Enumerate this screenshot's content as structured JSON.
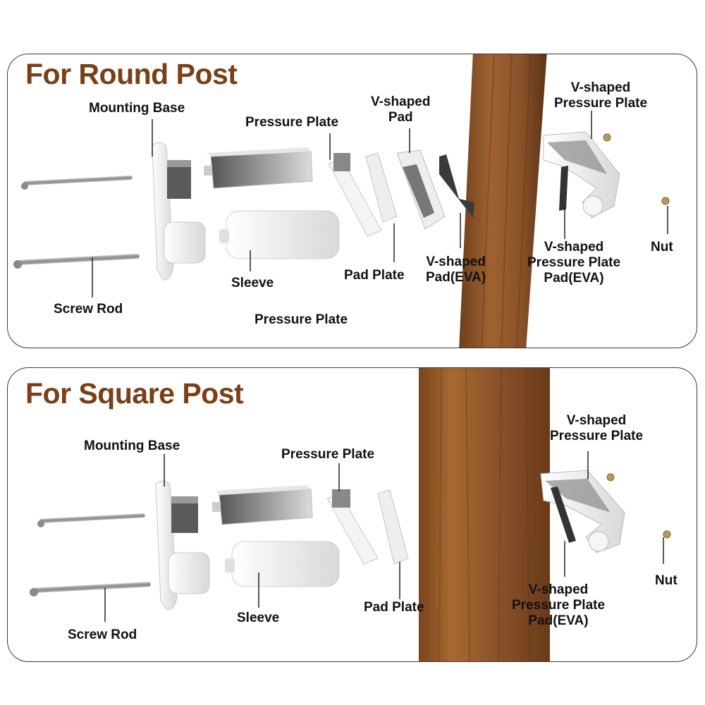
{
  "colors": {
    "title": "#7a3f17",
    "wood": "#8a5229",
    "plastic": "#f0f0f0",
    "eva": "#3a3a3a",
    "metal": "#9a9a9a"
  },
  "round": {
    "title": "For Round Post",
    "labels": {
      "mounting_base": "Mounting Base",
      "pressure_plate_top": "Pressure Plate",
      "v_pad": "V-shaped\nPad",
      "v_pressure_plate": "V-shaped\nPressure Plate",
      "screw_rod": "Screw Rod",
      "sleeve": "Sleeve",
      "pressure_plate_bottom": "Pressure Plate",
      "pad_plate": "Pad Plate",
      "v_pad_eva": "V-shaped\nPad(EVA)",
      "v_pp_pad_eva": "V-shaped\nPressure Plate\nPad(EVA)",
      "nut": "Nut"
    }
  },
  "square": {
    "title": "For Square Post",
    "labels": {
      "mounting_base": "Mounting Base",
      "pressure_plate": "Pressure Plate",
      "v_pressure_plate": "V-shaped\nPressure Plate",
      "screw_rod": "Screw Rod",
      "sleeve": "Sleeve",
      "pad_plate": "Pad Plate",
      "v_pp_pad_eva": "V-shaped\nPressure Plate\nPad(EVA)",
      "nut": "Nut"
    }
  }
}
